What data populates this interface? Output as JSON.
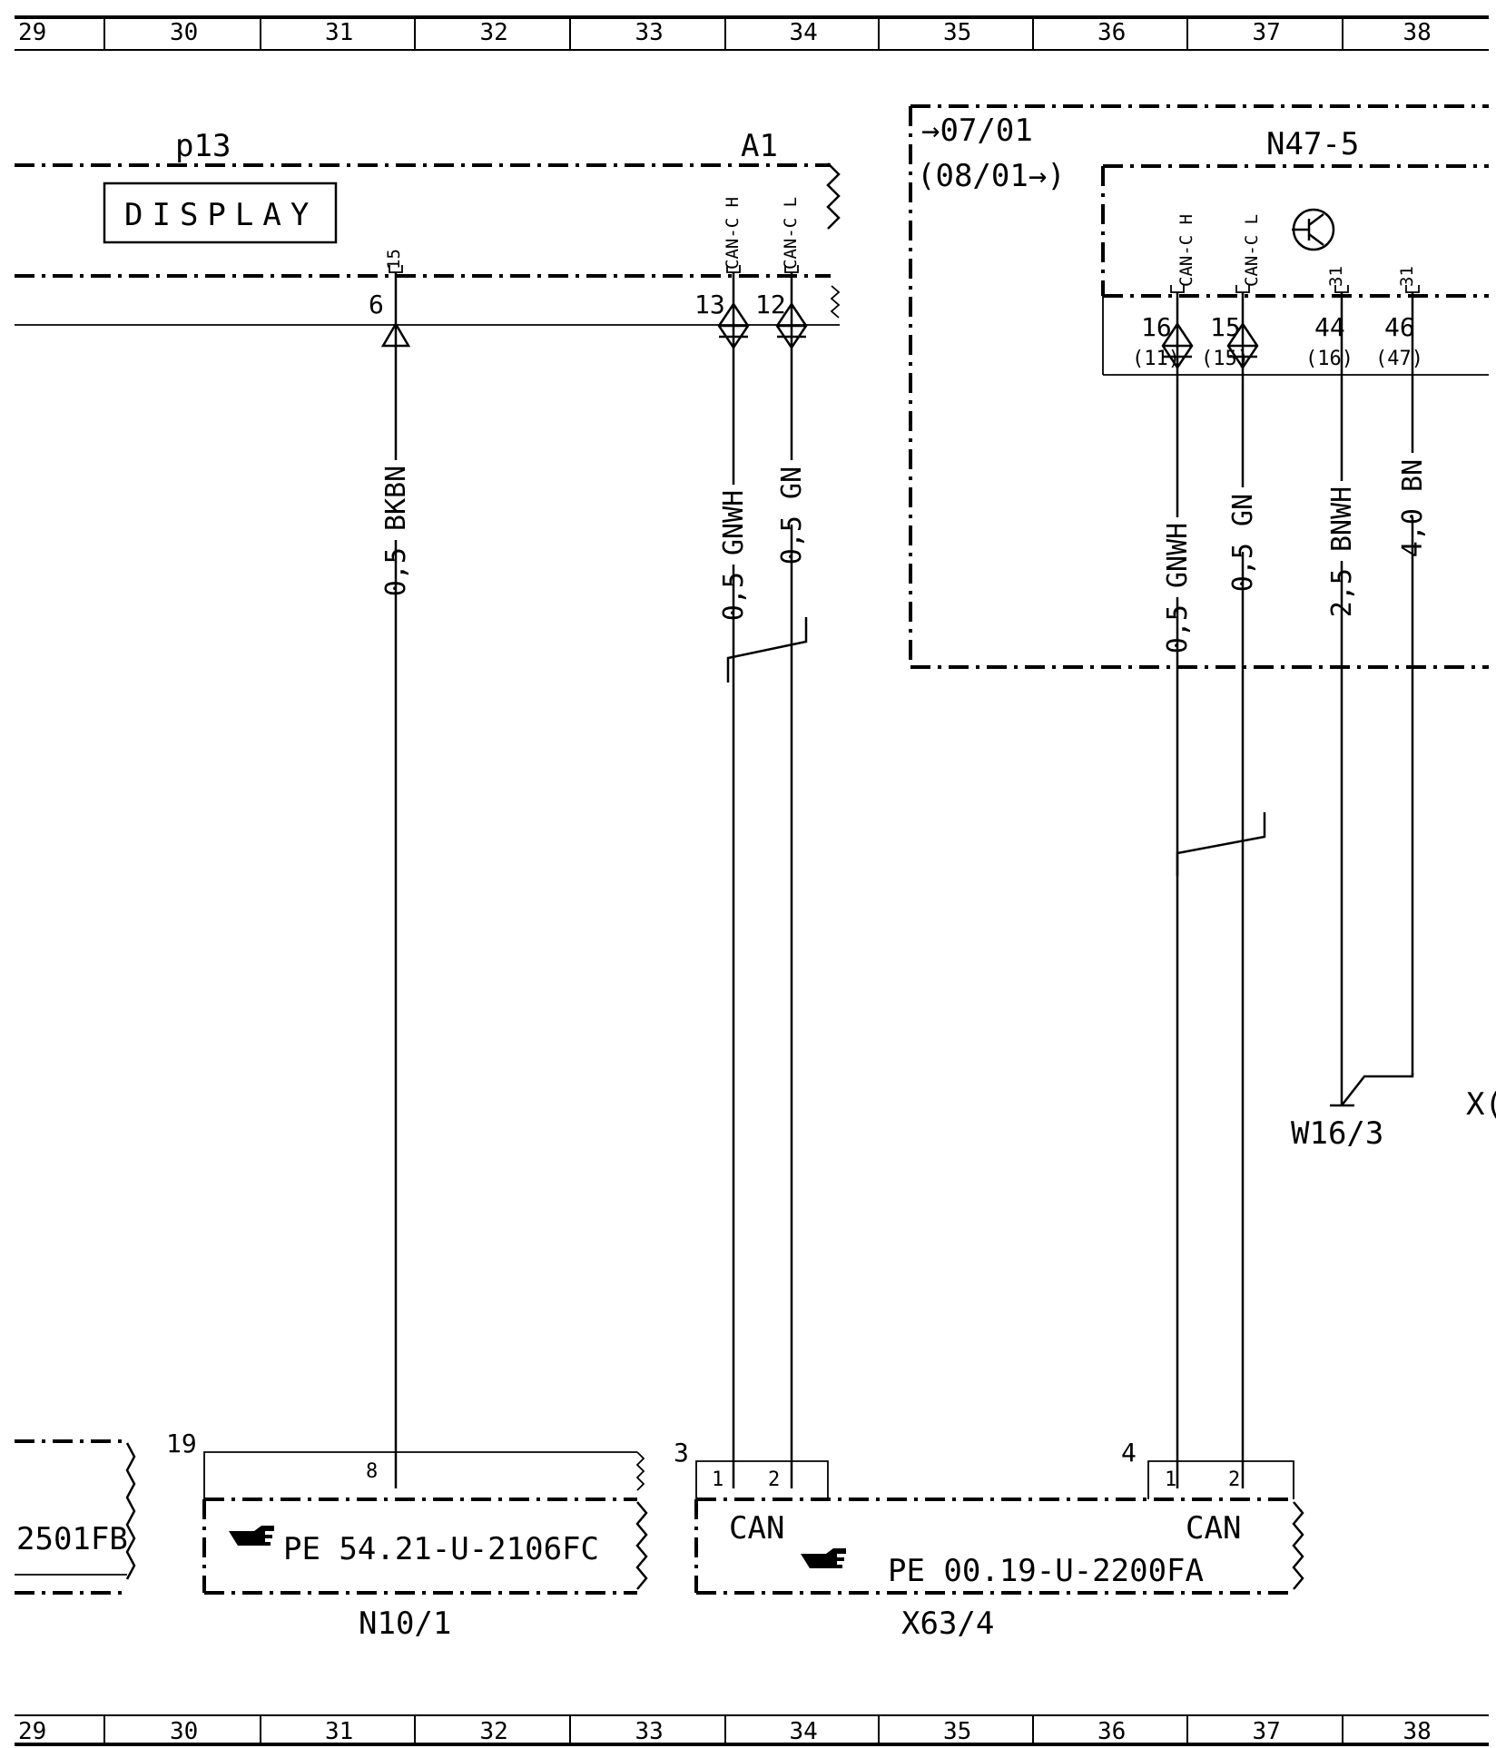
{
  "grid": {
    "columns": [
      "29",
      "30",
      "31",
      "32",
      "33",
      "34",
      "35",
      "36",
      "37",
      "38"
    ]
  },
  "components": {
    "p13": {
      "label": "p13",
      "display_text": "DISPLAY"
    },
    "a1": {
      "label": "A1",
      "pin_can_h": "CAN-C H",
      "pin_can_l": "CAN-C L",
      "pin_15": "15"
    },
    "n47_5": {
      "label": "N47-5",
      "validity_from": "→07/01",
      "validity_to": "(08/01→)",
      "pin_can_h": "CAN-C H",
      "pin_can_l": "CAN-C L",
      "pin_31a": "31",
      "pin_31b": "31"
    },
    "n10_1": {
      "label": "N10/1",
      "ref": "PE 54.21-U-2106FC",
      "connector": "19",
      "pin": "8"
    },
    "x63_4": {
      "label": "X63/4",
      "ref": "PE 00.19-U-2200FA",
      "connector_a": "3",
      "connector_b": "4",
      "can_a": "CAN",
      "can_b": "CAN",
      "pin_a1": "1",
      "pin_a2": "2",
      "pin_b1": "1",
      "pin_b2": "2"
    },
    "left_ref": {
      "ref": "2501FB"
    },
    "w16_3": {
      "label": "W16/3"
    },
    "x_edge": {
      "label": "X("
    }
  },
  "wires": [
    {
      "pin": "6",
      "label": "0,5 BKBN"
    },
    {
      "pin": "13",
      "label": "0,5 GNWH"
    },
    {
      "pin": "12",
      "label": "0,5 GN"
    },
    {
      "pin": "16",
      "alt_pin": "(11)",
      "label": "0,5 GNWH"
    },
    {
      "pin": "15",
      "alt_pin": "(15)",
      "label": "0,5 GN"
    },
    {
      "pin": "44",
      "alt_pin": "(16)",
      "label": "2,5 BNWH"
    },
    {
      "pin": "46",
      "alt_pin": "(47)",
      "label": "4,0 BN"
    }
  ]
}
